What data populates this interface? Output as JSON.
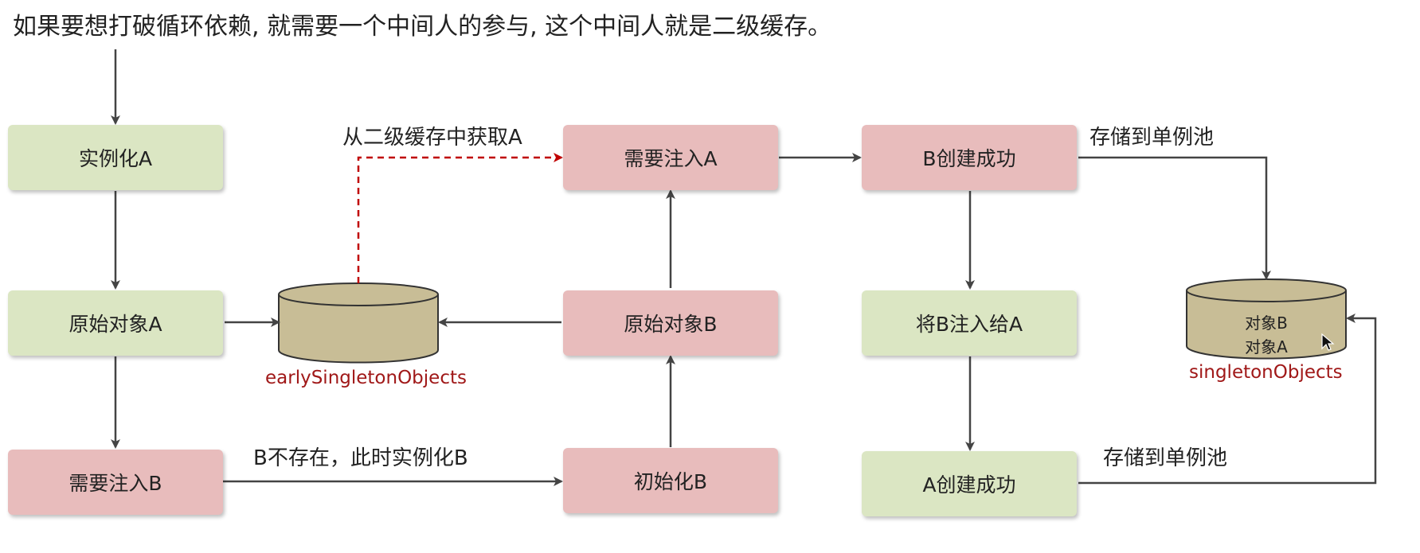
{
  "title": "如果要想打破循环依赖, 就需要一个中间人的参与, 这个中间人就是二级缓存。",
  "boxes": {
    "instantiate_a": "实例化A",
    "raw_object_a": "原始对象A",
    "need_inject_b": "需要注入B",
    "need_inject_a": "需要注入A",
    "raw_object_b": "原始对象B",
    "init_b": "初始化B",
    "b_created": "B创建成功",
    "inject_b_into_a": "将B注入给A",
    "a_created": "A创建成功"
  },
  "labels": {
    "get_from_l2": "从二级缓存中获取A",
    "b_not_exist": "B不存在，此时实例化B",
    "store_pool_1": "存储到单例池",
    "store_pool_2": "存储到单例池"
  },
  "caches": {
    "early": {
      "name": "earlySingletonObjects"
    },
    "singleton": {
      "name": "singletonObjects",
      "items": [
        "对象B",
        "对象A"
      ]
    }
  },
  "colors": {
    "green_box": "#dbe6c3",
    "red_box": "#e8bcbc",
    "cylinder": "#c8bd96",
    "arrow": "#444444",
    "dashed_arrow": "#c00000",
    "cache_label": "#a01818"
  }
}
